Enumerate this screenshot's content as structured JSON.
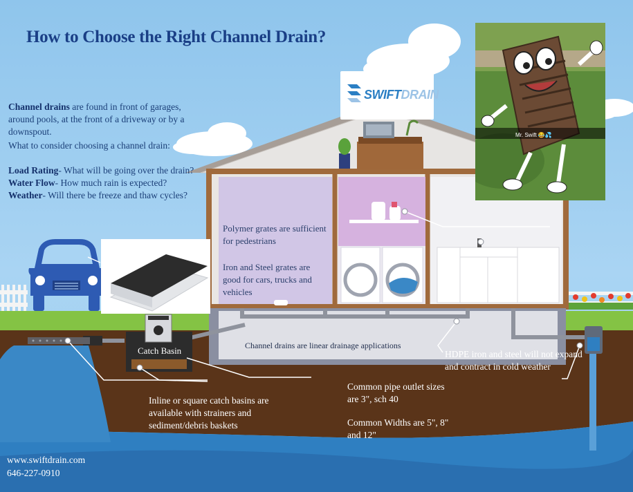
{
  "title": "How to Choose the Right Channel Drain?",
  "intro": {
    "bold": "Channel drains",
    "text": " are found in front of garages, around pools, at the front of a driveway or by a downspout."
  },
  "consider_heading": "What to consider choosing a channel drain:",
  "factors": [
    {
      "label": "Load Rating",
      "text": "- What will be going over the drain?"
    },
    {
      "label": "Water Flow",
      "text": "- How much rain is expected?"
    },
    {
      "label": "Weather",
      "text": "- Will there be freeze and thaw cycles?"
    }
  ],
  "logo": {
    "part1": "SWIFT",
    "part2": "DRAIN"
  },
  "mascot": {
    "caption": "Mr. Swift 😂💦"
  },
  "rooms": {
    "polymer": "Polymer grates are sufficient for pedestrians",
    "iron": "Iron and Steel grates are good for cars, trucks and vehicles"
  },
  "labels": {
    "catch_basin": "Catch Basin",
    "linear": "Channel drains are linear drainage applications",
    "hdpe": "HDPE iron and steel will not expand and contract in cold weather",
    "inline": "Inline or square catch basins are available with strainers and sediment/debris baskets",
    "pipe": "Common pipe outlet sizes are 3\",  sch 40",
    "widths": "Common Widths are 5\", 8\" and 12\""
  },
  "contact": {
    "website": "www.swiftdrain.com",
    "phone": "646-227-0910"
  },
  "colors": {
    "title": "#1a3f86",
    "sky": "#a9d4f3",
    "ground": "#5a3419",
    "water": "#2f7fc1",
    "car": "#2e5bb3",
    "grass": "#7ebf3d",
    "roof": "#a79e97",
    "room_purple": "#d1c6e6",
    "frame_brown": "#a06a3c"
  }
}
